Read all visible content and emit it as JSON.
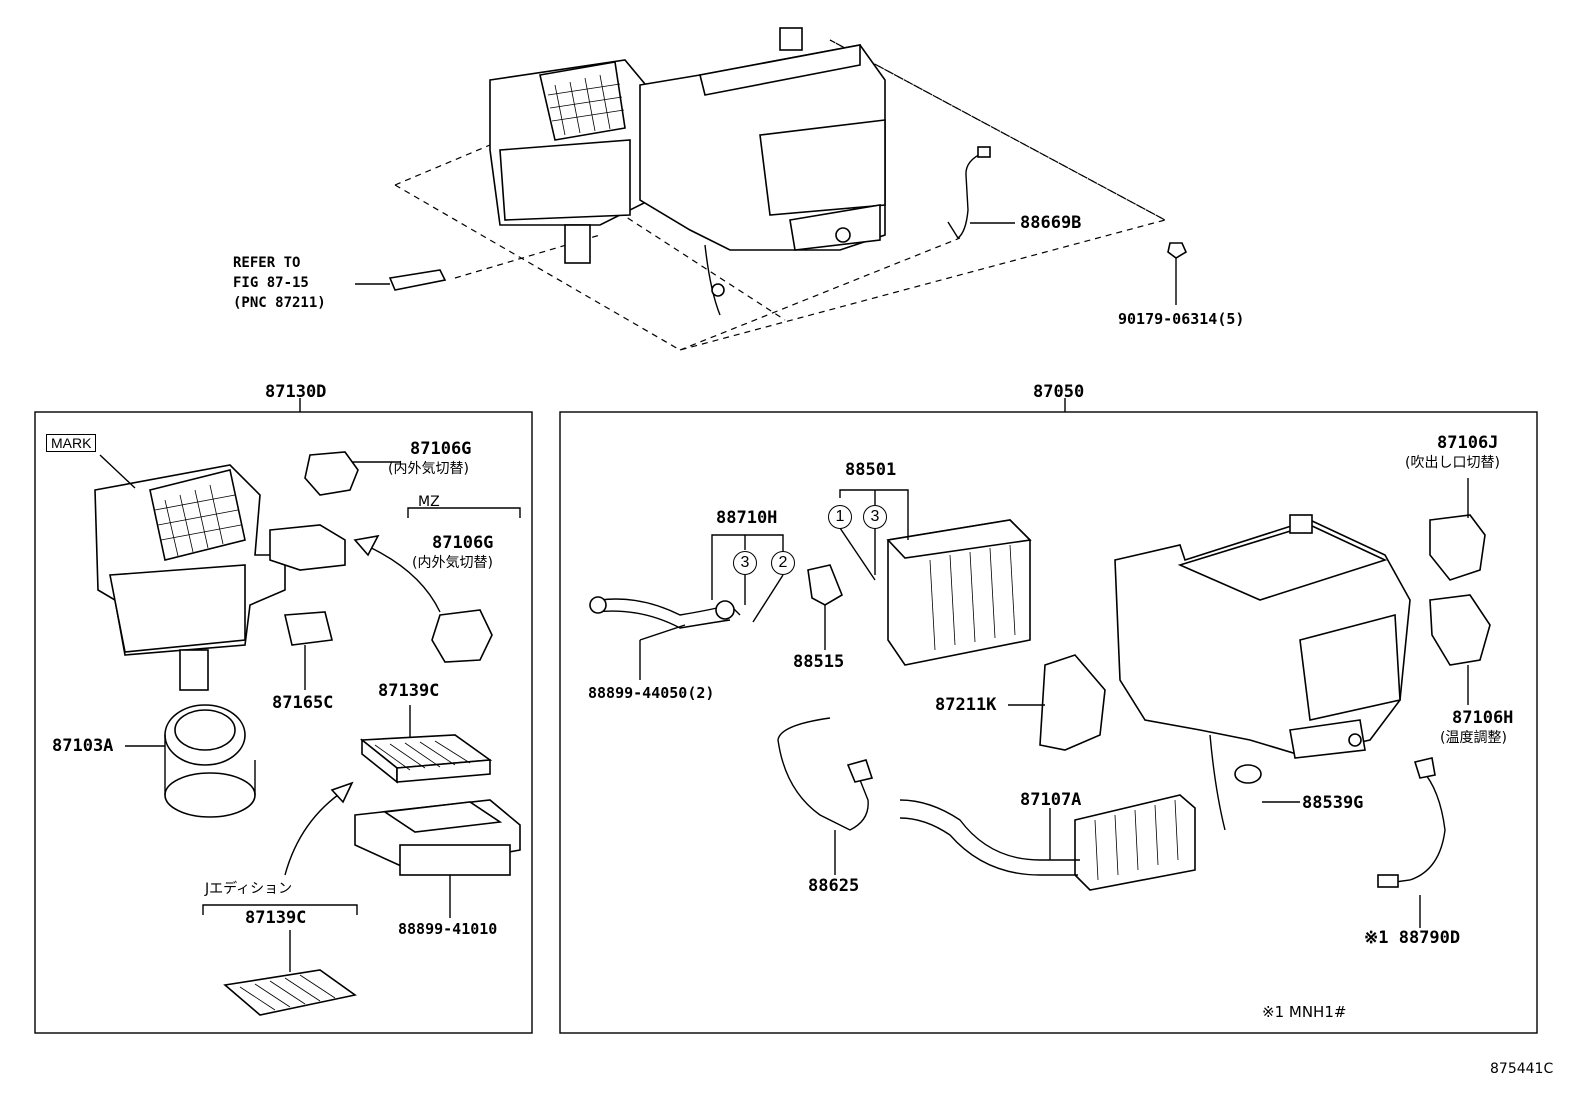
{
  "top": {
    "refer": {
      "line1": "REFER TO",
      "line2": "FIG 87-15",
      "line3": "(PNC 87211)"
    },
    "hose_label": "88669B",
    "clip_label": "90179-06314(5)"
  },
  "left_panel": {
    "assembly_label": "87130D",
    "mark": "MARK",
    "servo_g_label": "87106G",
    "servo_g_sub": "(内外気切替)",
    "mz_tag": "MZ",
    "servo_g2_label": "87106G",
    "servo_g2_sub": "(内外気切替)",
    "resistor_label": "87165C",
    "filter_label": "87139C",
    "blower_label": "87103A",
    "filter_case_label": "88899-41010",
    "j_edition_tag": "Jエディション",
    "j_filter_label": "87139C"
  },
  "right_panel": {
    "assembly_label": "87050",
    "evaporator_label": "88501",
    "circle_1": "1",
    "circle_3": "3",
    "tube_label": "88710H",
    "tube_circle_3": "3",
    "tube_circle_2": "2",
    "valve_label": "88515",
    "bolt_label": "88899-44050(2)",
    "servo_j_label": "87106J",
    "servo_j_sub": "(吹出し口切替)",
    "duct_label": "87211K",
    "servo_h_label": "87106H",
    "servo_h_sub": "(温度調整)",
    "heater_core_label": "87107A",
    "grommet_label": "88539G",
    "thermistor_label": "88625",
    "sensor_label": "※1 88790D",
    "footnote": "※1 MNH1#"
  },
  "figure_id": "875441C"
}
